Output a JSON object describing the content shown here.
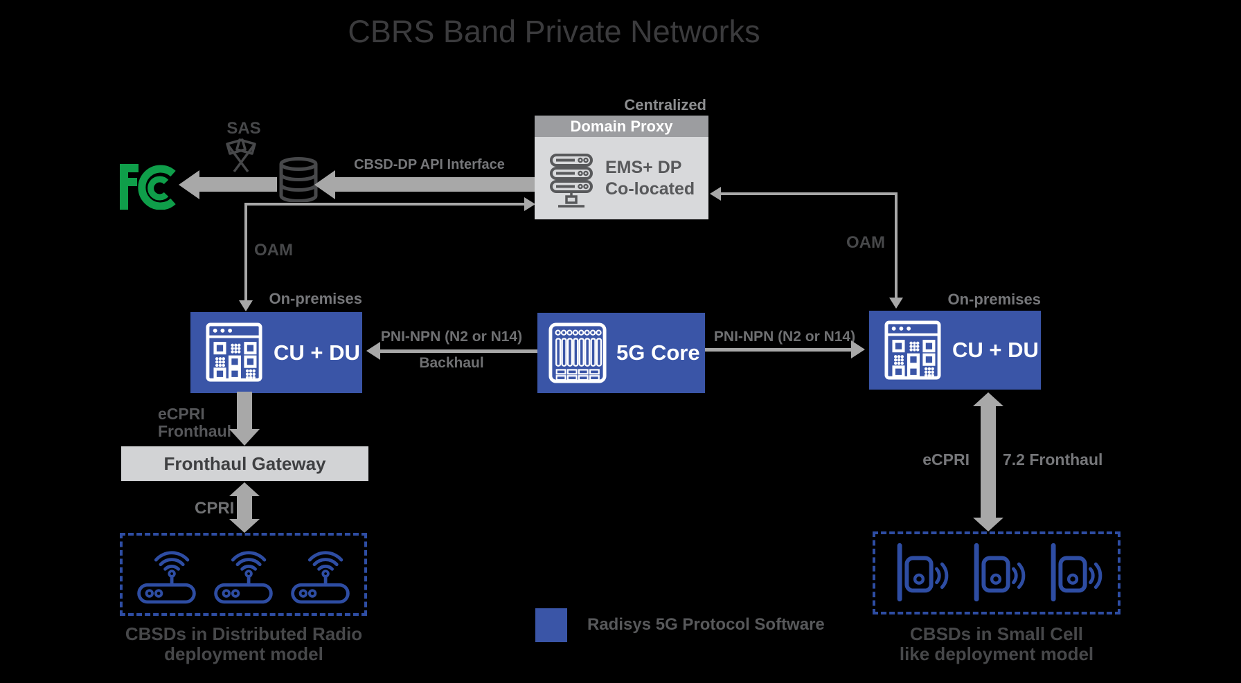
{
  "title": "CBRS Band Private Networks",
  "labels": {
    "sas": "SAS",
    "centralized": "Centralized",
    "cbsd_dp_api": "CBSD-DP API Interface",
    "oam_left": "OAM",
    "oam_right": "OAM",
    "on_premises_left": "On-premises",
    "on_premises_right": "On-premises",
    "pni_npn_left": "PNI-NPN (N2 or N14)",
    "backhaul": "Backhaul",
    "pni_npn_right": "PNI-NPN (N2 or N14)",
    "ecpri_left_line1": "eCPRI",
    "ecpri_left_line2": "Fronthaul",
    "cpri": "CPRI",
    "ecpri_right": "eCPRI",
    "fronthaul_72": "7.2 Fronthaul"
  },
  "boxes": {
    "domain_proxy": {
      "header": "Domain Proxy",
      "line1": "EMS+ DP",
      "line2": "Co-located"
    },
    "cu_du_left": {
      "label": "CU + DU"
    },
    "core": {
      "label": "5G Core"
    },
    "cu_du_right": {
      "label": "CU + DU"
    },
    "fronthaul_gateway": {
      "label": "Fronthaul Gateway"
    }
  },
  "captions": {
    "left_line1": "CBSDs in Distributed Radio",
    "left_line2": "deployment model",
    "right_line1": "CBSDs in Small Cell",
    "right_line2": "like deployment model"
  },
  "legend": {
    "label": "Radisys 5G Protocol Software",
    "swatch_color": "#3a55a7"
  },
  "colors": {
    "box_blue": "#3a55a7",
    "icon_blue": "#2e4da3",
    "arrow_gray": "#a8a8a8",
    "fcc_green": "#0f9e4a",
    "dark_text": "#3b3b3d"
  }
}
